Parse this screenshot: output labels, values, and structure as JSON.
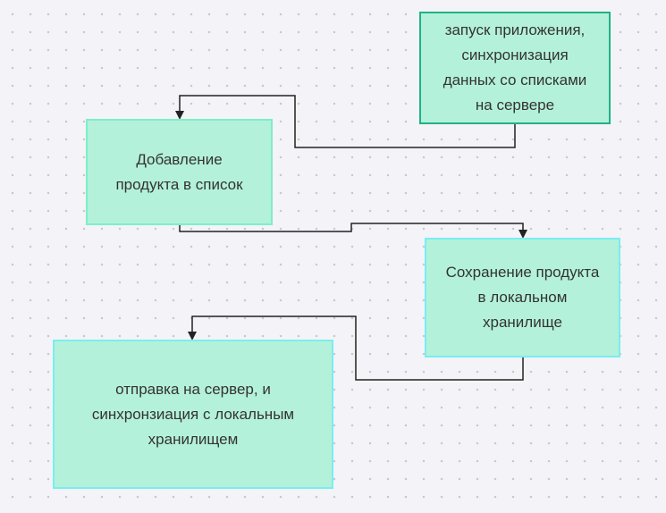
{
  "diagram": {
    "type": "flowchart",
    "colors": {
      "background": "#f4f3f7",
      "node_fill": "#b4f1da",
      "connector": "#222222",
      "text": "#333333"
    },
    "nodes": [
      {
        "id": "n1",
        "text": "запуск приложения,\nсинхронизация\nданных со списками\nна сервере",
        "border_color": "#1fb283"
      },
      {
        "id": "n2",
        "text": "Добавление\nпродукта в список",
        "border_color": "#7eeec8"
      },
      {
        "id": "n3",
        "text": "Сохранение продукта\nв локальном\nхранилище",
        "border_color": "#78eef2"
      },
      {
        "id": "n4",
        "text": "отправка на сервер, и\nсинхронзиация с локальным\nхранилищем",
        "border_color": "#78eef2"
      }
    ],
    "edges": [
      {
        "from": "n1",
        "to": "n2"
      },
      {
        "from": "n2",
        "to": "n3"
      },
      {
        "from": "n3",
        "to": "n4"
      }
    ]
  }
}
